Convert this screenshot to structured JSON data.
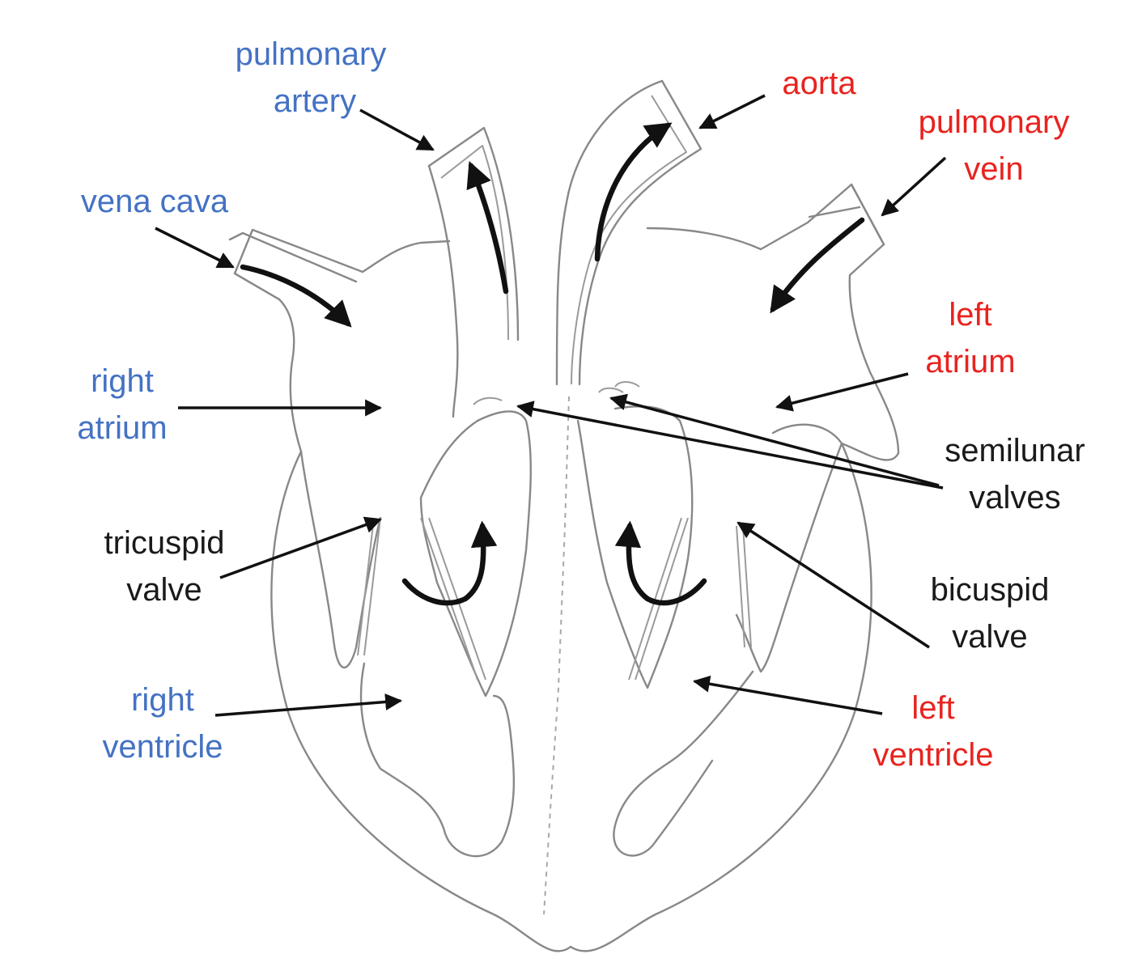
{
  "labels": {
    "pulmonary_artery": [
      "pulmonary",
      "artery"
    ],
    "aorta": [
      "aorta"
    ],
    "pulmonary_vein": [
      "pulmonary",
      "vein"
    ],
    "vena_cava": [
      "vena cava"
    ],
    "left_atrium": [
      "left",
      "atrium"
    ],
    "right_atrium": [
      "right",
      "atrium"
    ],
    "semilunar_valves": [
      "semilunar",
      "valves"
    ],
    "tricuspid_valve": [
      "tricuspid",
      "valve"
    ],
    "bicuspid_valve": [
      "bicuspid",
      "valve"
    ],
    "right_ventricle": [
      "right",
      "ventricle"
    ],
    "left_ventricle": [
      "left",
      "ventricle"
    ]
  },
  "colors": {
    "deoxygenated": "#4472c4",
    "oxygenated": "#e8231f",
    "neutral": "#1a1a1a",
    "outline": "#888888"
  }
}
